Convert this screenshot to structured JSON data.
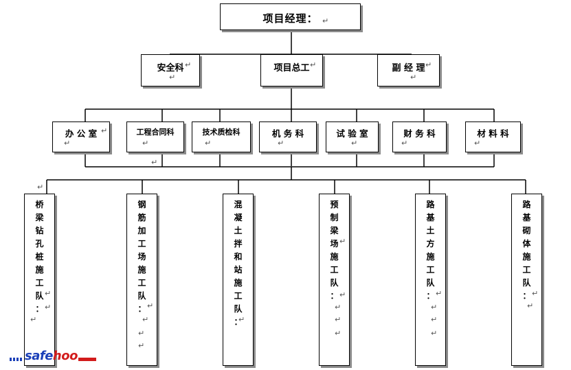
{
  "top": {
    "label": "项目经理："
  },
  "level2": [
    {
      "key": "safety",
      "label": "安全科"
    },
    {
      "key": "chief-engineer",
      "label": "项目总工"
    },
    {
      "key": "deputy-manager",
      "label": "副 经 理"
    }
  ],
  "departments": [
    {
      "key": "office",
      "label": "办 公 室"
    },
    {
      "key": "contract",
      "label": "工程合同科"
    },
    {
      "key": "quality",
      "label": "技术质检科"
    },
    {
      "key": "machinery",
      "label": "机 务 科"
    },
    {
      "key": "lab",
      "label": "试 验 室"
    },
    {
      "key": "finance",
      "label": "财 务 科"
    },
    {
      "key": "materials",
      "label": "材 料 科"
    }
  ],
  "teams": [
    {
      "key": "pile",
      "label": "桥梁钻孔桩施工队："
    },
    {
      "key": "rebar",
      "label": "钢筋加工场施工队："
    },
    {
      "key": "concrete",
      "label": "混凝土拌和站施工队："
    },
    {
      "key": "precast",
      "label": "预制梁场施工队："
    },
    {
      "key": "earthwork",
      "label": "路基土方施工队："
    },
    {
      "key": "masonry",
      "label": "路基砌体施工队："
    }
  ],
  "paragraph_mark": "↵",
  "watermark": {
    "prefix": "safe",
    "suffix": "hoo"
  }
}
